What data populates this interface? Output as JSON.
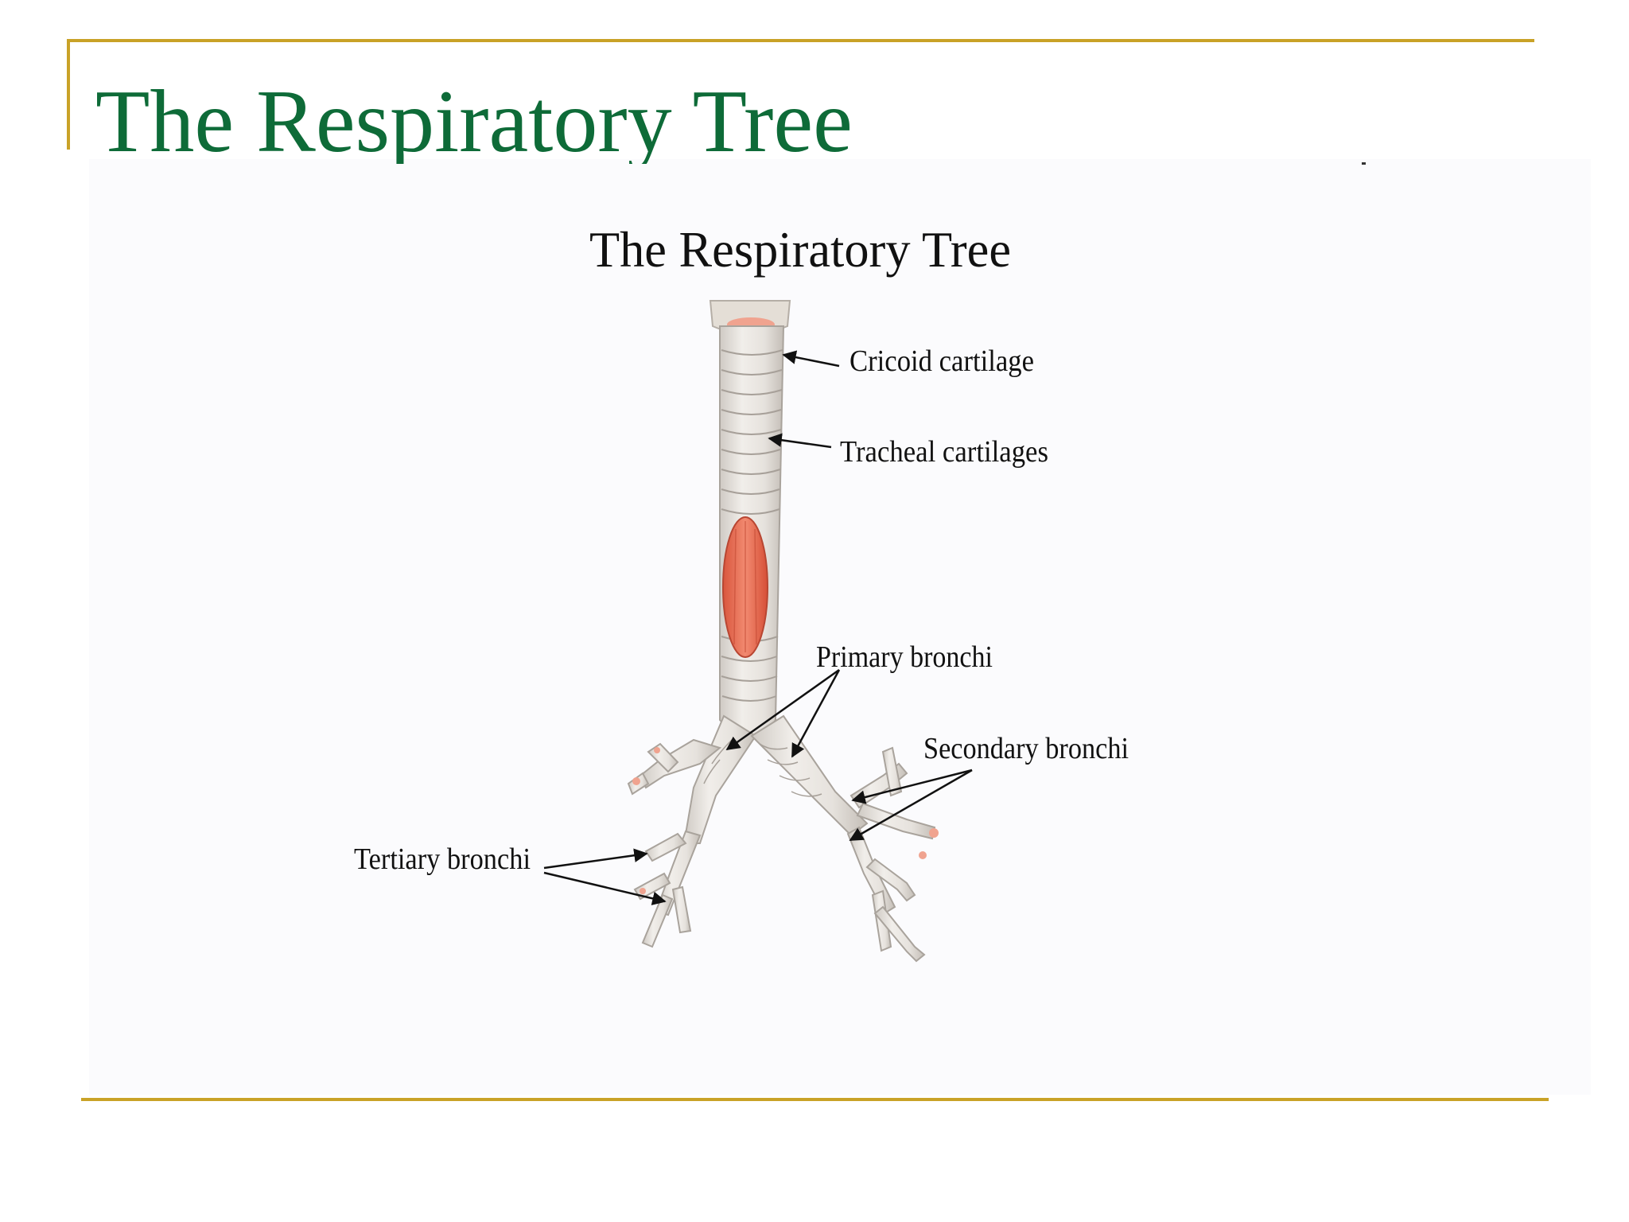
{
  "slide": {
    "title": "The Respiratory Tree"
  },
  "figure": {
    "title": "The Respiratory Tree",
    "labels": {
      "cricoid": "Cricoid cartilage",
      "tracheal": "Tracheal cartilages",
      "primary": "Primary bronchi",
      "secondary": "Secondary bronchi",
      "tertiary": "Tertiary bronchi"
    }
  },
  "colors": {
    "accent_rule": "#c9a227",
    "title_green": "#0e6b38",
    "muscle": "#e8664e",
    "cartilage": "#e9e6e2"
  }
}
